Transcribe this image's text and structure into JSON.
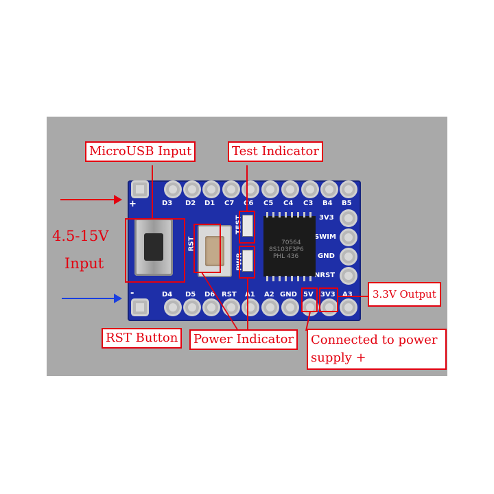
{
  "callouts": {
    "microusb_input": "MicroUSB Input",
    "test_indicator": "Test Indicator",
    "voltage_range": "4.5-15V",
    "input": "Input",
    "output_33": "3.3V Output",
    "rst_button": "RST Button",
    "power_indicator": "Power Indicator",
    "power_supply_line1": "Connected to power",
    "power_supply_line2": "supply +"
  },
  "silkscreen": {
    "top_pins": [
      "D3",
      "D2",
      "D1",
      "C7",
      "C6",
      "C5",
      "C4",
      "C3",
      "B4",
      "B5"
    ],
    "bottom_pins": [
      "D4",
      "D5",
      "D6",
      "RST",
      "A1",
      "A2",
      "GND",
      "5V",
      "3V3",
      "A3"
    ],
    "side_pins": [
      "3V3",
      "SWIM",
      "GND",
      "NRST"
    ],
    "rst_label": "RST",
    "test_label": "TEST",
    "pwr_label": "PWR",
    "plus_sign": "+",
    "minus_sign": "-"
  },
  "chip": {
    "line1": "70564",
    "line2": "8S103F3P6",
    "line3": "PHL 436"
  },
  "colors": {
    "accent": "#e3000f",
    "board": "#1e2fa8",
    "input_positive_arrow": "#e3000f",
    "input_negative_arrow": "#1a3fe0"
  }
}
